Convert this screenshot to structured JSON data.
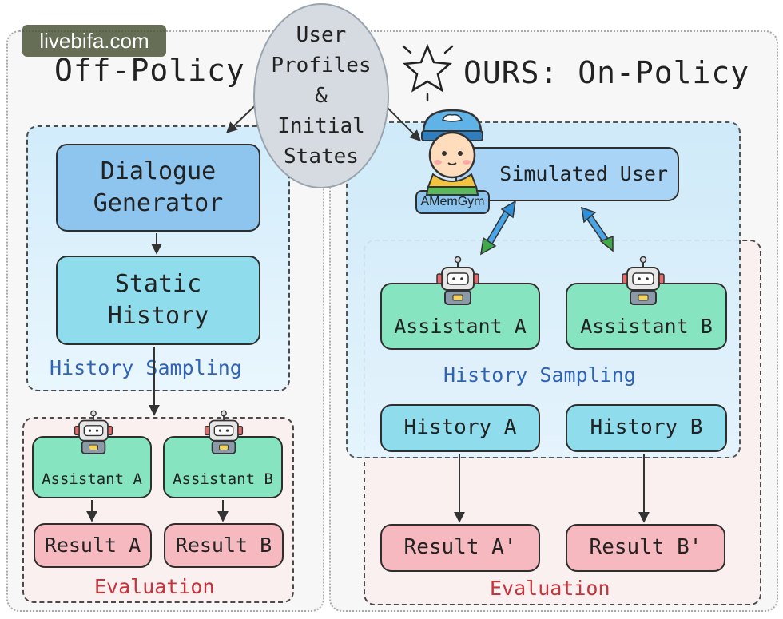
{
  "watermark": "livebifa.com",
  "center": {
    "lines": [
      "User",
      "Profiles",
      "&",
      "Initial",
      "States"
    ]
  },
  "left": {
    "title": "Off-Policy",
    "dialogue_generator": [
      "Dialogue",
      "Generator"
    ],
    "static_history": [
      "Static",
      "History"
    ],
    "history_sampling": "History Sampling",
    "assistant_a": "Assistant A",
    "assistant_b": "Assistant B",
    "result_a": "Result A",
    "result_b": "Result B",
    "evaluation": "Evaluation"
  },
  "right": {
    "title": "OURS: On-Policy",
    "simulated_user": "Simulated User",
    "badge": "AMemGym",
    "assistant_a": "Assistant A",
    "assistant_b": "Assistant B",
    "history_sampling": "History Sampling",
    "history_a": "History A",
    "history_b": "History B",
    "result_a": "Result A'",
    "result_b": "Result B'",
    "evaluation": "Evaluation"
  },
  "colors": {
    "generator_blue": "#8ec5ee",
    "history_cyan": "#8fdcec",
    "assistant_green": "#86e5c0",
    "result_pink": "#f6b9bf",
    "sampling_text": "#2f63b5",
    "evaluation_text": "#c7323b"
  },
  "icons": [
    "robot-icon",
    "user-avatar-icon",
    "sparkle-star-icon",
    "double-arrow-icon"
  ]
}
